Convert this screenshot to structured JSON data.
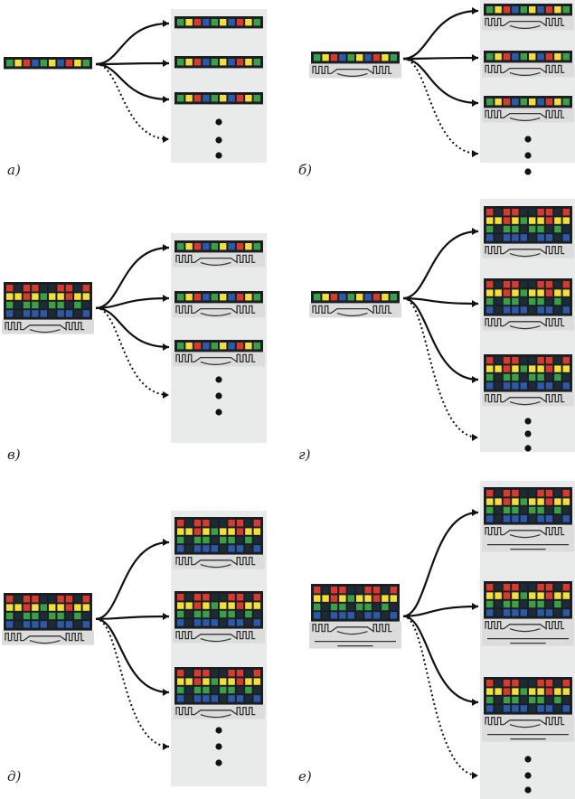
{
  "figure": {
    "panels": [
      {
        "label": "а)",
        "source": {
          "rows": 1,
          "wave": "none"
        },
        "targets": [
          {
            "rows": 1,
            "wave": "none"
          },
          {
            "rows": 1,
            "wave": "none"
          },
          {
            "rows": 1,
            "wave": "none"
          }
        ]
      },
      {
        "label": "б)",
        "source": {
          "rows": 1,
          "wave": "single"
        },
        "targets": [
          {
            "rows": 1,
            "wave": "single"
          },
          {
            "rows": 1,
            "wave": "single"
          },
          {
            "rows": 1,
            "wave": "single"
          }
        ]
      },
      {
        "label": "в)",
        "source": {
          "rows": 4,
          "wave": "single"
        },
        "targets": [
          {
            "rows": 1,
            "wave": "single"
          },
          {
            "rows": 1,
            "wave": "single"
          },
          {
            "rows": 1,
            "wave": "single"
          }
        ]
      },
      {
        "label": "г)",
        "source": {
          "rows": 1,
          "wave": "single"
        },
        "targets": [
          {
            "rows": 4,
            "wave": "single"
          },
          {
            "rows": 4,
            "wave": "single"
          },
          {
            "rows": 4,
            "wave": "single"
          }
        ]
      },
      {
        "label": "д)",
        "source": {
          "rows": 4,
          "wave": "single"
        },
        "targets": [
          {
            "rows": 4,
            "wave": "single"
          },
          {
            "rows": 4,
            "wave": "single"
          },
          {
            "rows": 4,
            "wave": "single"
          }
        ]
      },
      {
        "label": "е)",
        "source": {
          "rows": 4,
          "wave": "double"
        },
        "targets": [
          {
            "rows": 4,
            "wave": "double"
          },
          {
            "rows": 4,
            "wave": "double"
          },
          {
            "rows": 4,
            "wave": "double"
          }
        ]
      }
    ]
  },
  "colors": {
    "cell_red": "#d83a2e",
    "cell_yellow": "#f2df3a",
    "cell_green": "#3aa048",
    "cell_blue": "#2c5aa8",
    "cell_dark": "#1d2b36",
    "strip_bg": "#1b1f24",
    "target_column_bg": "#e9eaea",
    "wave_stroke": "#333333",
    "arrow": "#111111"
  }
}
